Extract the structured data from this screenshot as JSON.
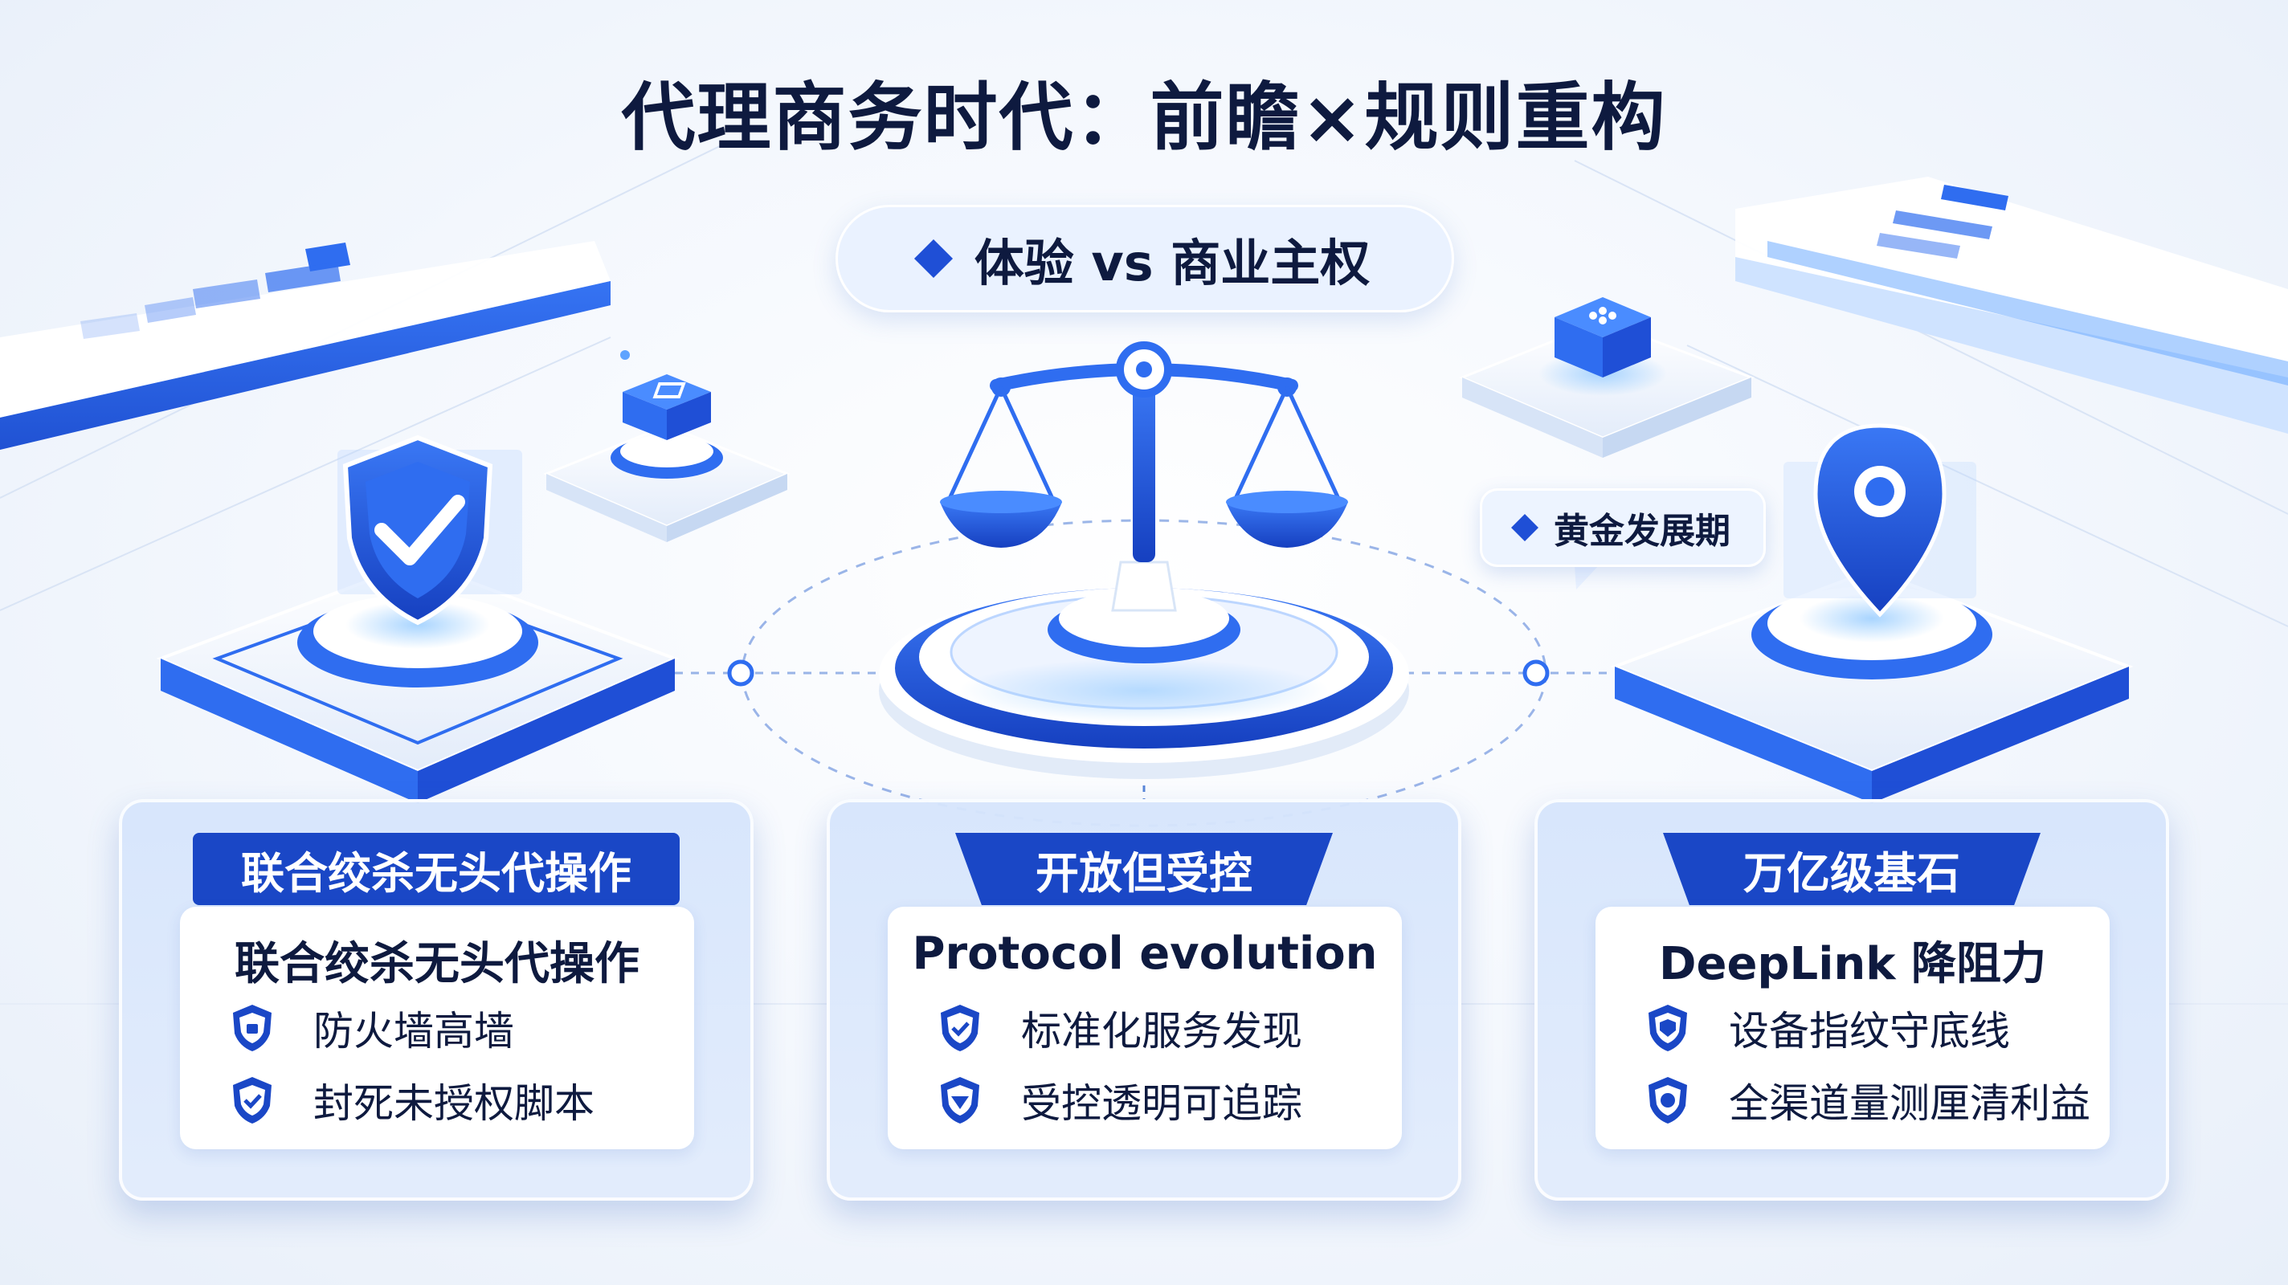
{
  "title": "代理商务时代：前瞻×规则重构",
  "center_pill": "体验 vs 商业主权",
  "right_tag": "黄金发展期",
  "cards": [
    {
      "header": "联合绞杀无头代操作",
      "subtitle": "联合绞杀无头代操作",
      "items": [
        "防火墙高墙",
        "封死未授权脚本"
      ]
    },
    {
      "header": "开放但受控",
      "subtitle": "Protocol evolution",
      "items": [
        "标准化服务发现",
        "受控透明可追踪"
      ]
    },
    {
      "header": "万亿级基石",
      "subtitle": "DeepLink 降阻力",
      "items": [
        "设备指纹守底线",
        "全渠道量测厘清利益"
      ]
    }
  ],
  "colors": {
    "primary_blue": "#1a47c6",
    "accent_blue": "#2f6df0",
    "text_dark": "#0e1a3f"
  },
  "icons": {
    "left_platform": "shield-check-icon",
    "center_platform": "balance-scale-icon",
    "right_platform": "location-pin-icon",
    "small_cube_left": "cube-icon",
    "small_cube_right": "cube-icon",
    "list_badge": "shield-badge-icon"
  }
}
